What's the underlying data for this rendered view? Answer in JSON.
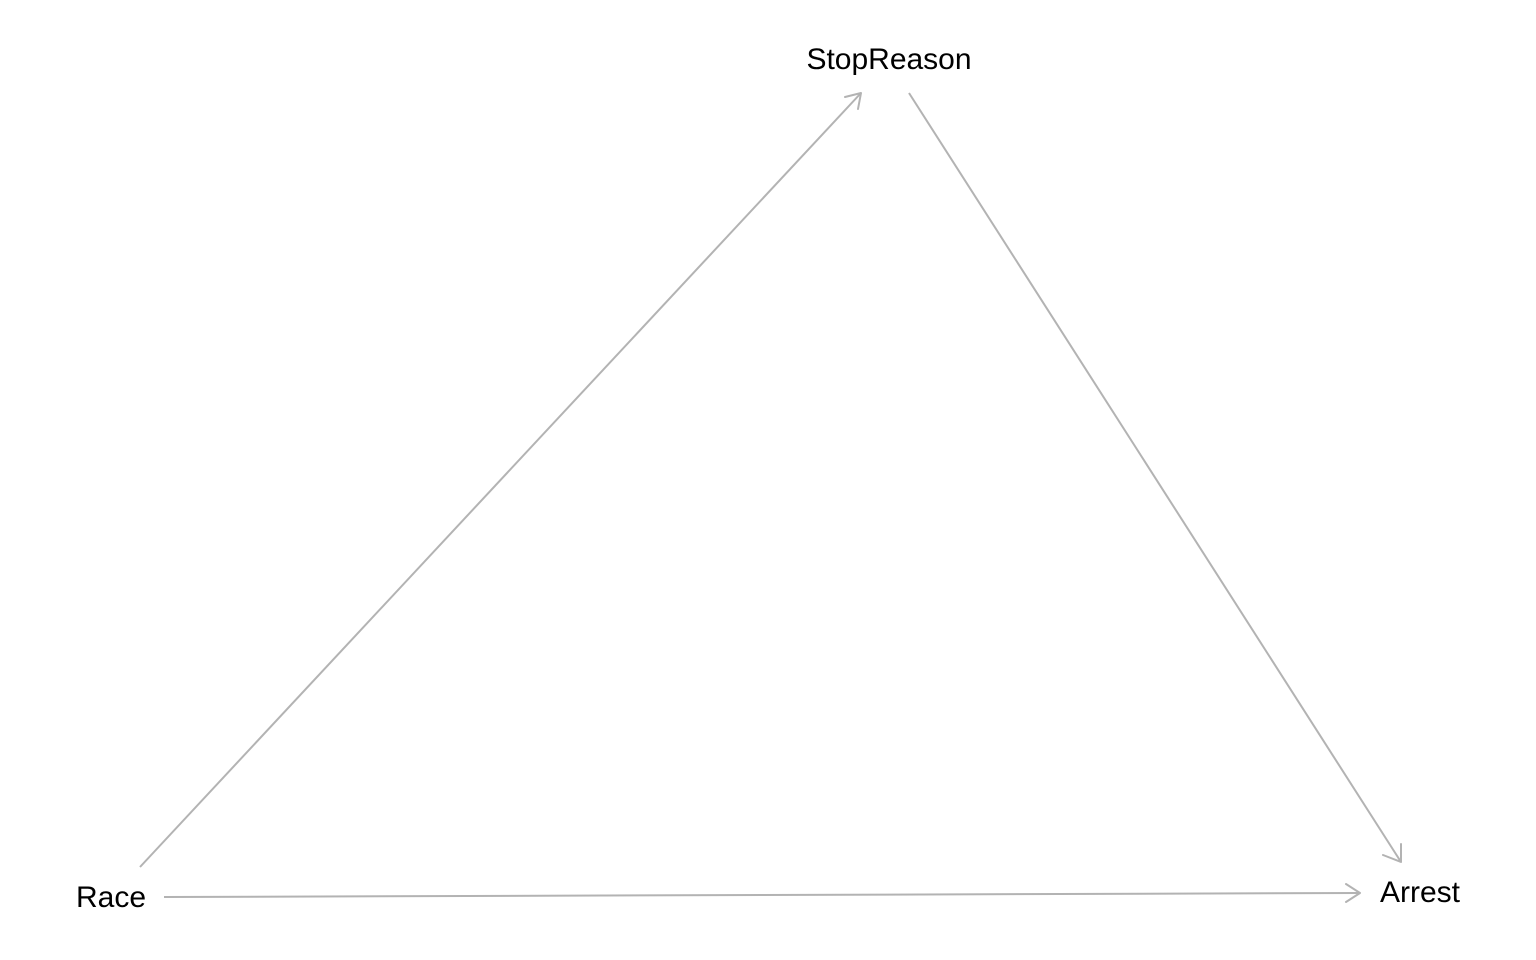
{
  "diagram": {
    "type": "directed-acyclic-graph",
    "edge_color": "#b3b3b3",
    "text_color": "#000000",
    "nodes": [
      {
        "id": "race",
        "label": "Race"
      },
      {
        "id": "stopreason",
        "label": "StopReason"
      },
      {
        "id": "arrest",
        "label": "Arrest"
      }
    ],
    "edges": [
      {
        "from": "Race",
        "to": "StopReason"
      },
      {
        "from": "StopReason",
        "to": "Arrest"
      },
      {
        "from": "Race",
        "to": "Arrest"
      }
    ]
  }
}
